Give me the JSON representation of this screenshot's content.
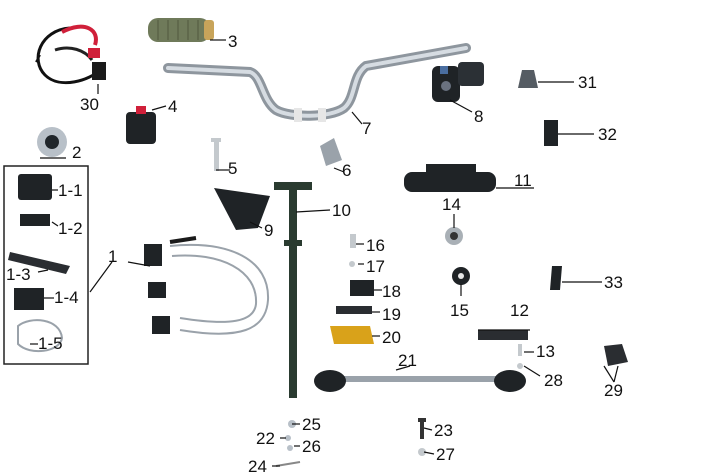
{
  "labels": {
    "p1": "1",
    "p1_1": "1-1",
    "p1_2": "1-2",
    "p1_3": "1-3",
    "p1_4": "1-4",
    "p1_5": "1-5",
    "p2": "2",
    "p3": "3",
    "p4": "4",
    "p5": "5",
    "p6": "6",
    "p7": "7",
    "p8": "8",
    "p9": "9",
    "p10": "10",
    "p11": "11",
    "p12": "12",
    "p13": "13",
    "p14": "14",
    "p15": "15",
    "p16": "16",
    "p17": "17",
    "p18": "18",
    "p19": "19",
    "p20": "20",
    "p21": "21",
    "p22": "22",
    "p23": "23",
    "p24": "24",
    "p25": "25",
    "p26": "26",
    "p27": "27",
    "p28": "28",
    "p29": "29",
    "p30": "30",
    "p31": "31",
    "p32": "32",
    "p33": "33"
  },
  "colors": {
    "line": "#111111",
    "metal": "#b8c0c8",
    "dark_part": "#1f2326",
    "grip": "#6f7a5a",
    "accent_red": "#d0203a",
    "gold": "#d9a21a"
  }
}
